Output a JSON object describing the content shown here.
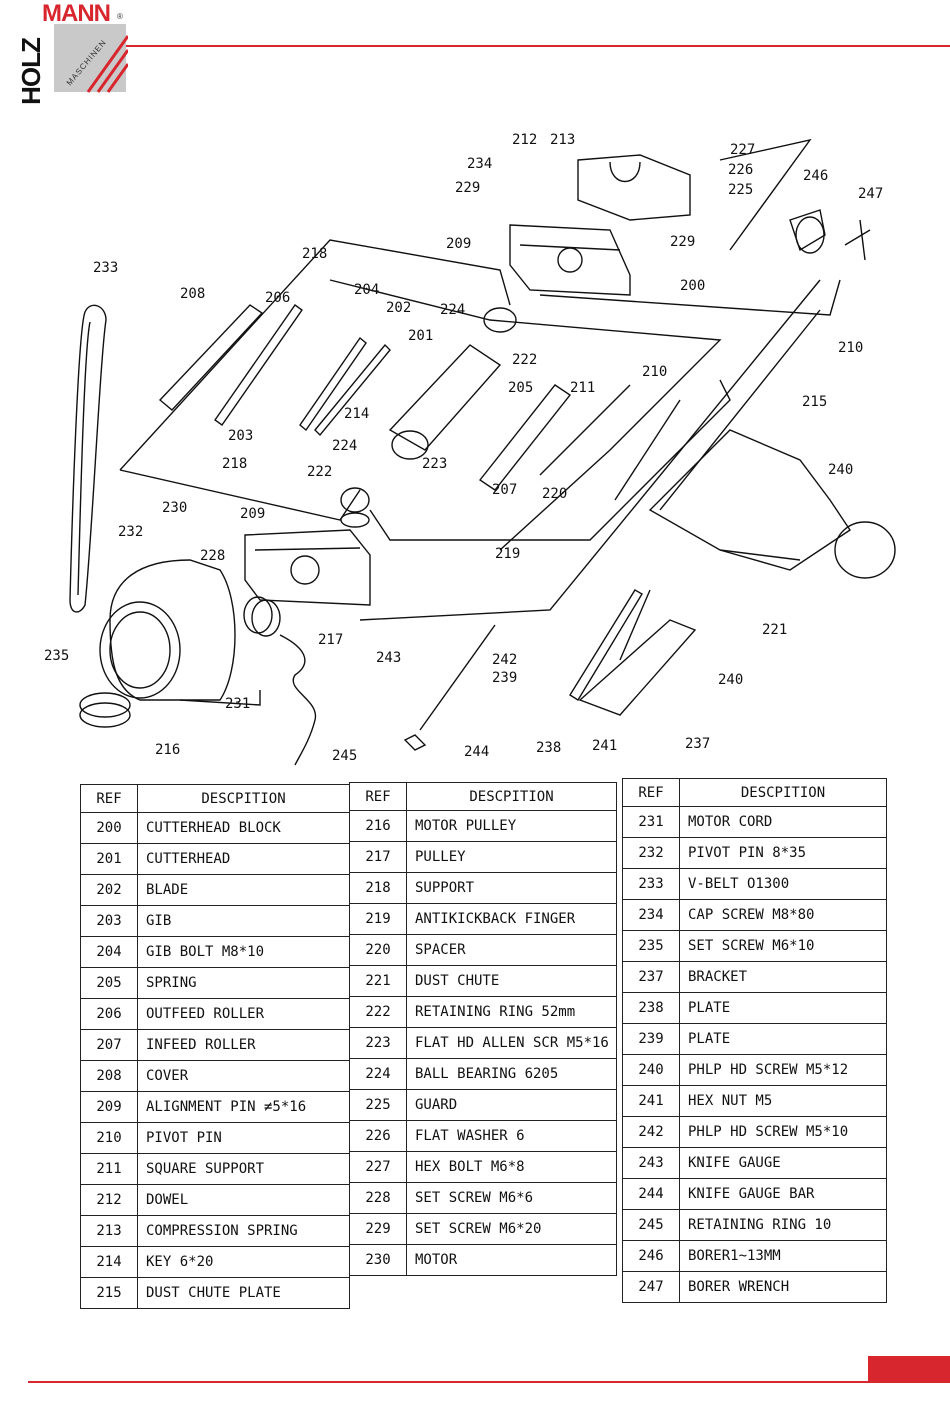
{
  "brand": {
    "name_top": "MANN",
    "name_side": "HOLZ",
    "tagline": "MASCHINEN",
    "reg": "®"
  },
  "colors": {
    "accent": "#d8262f",
    "ink": "#111111",
    "logo_box": "#c9c9c9"
  },
  "callouts": [
    "212",
    "213",
    "234",
    "227",
    "226",
    "229",
    "225",
    "246",
    "247",
    "229",
    "209",
    "200",
    "233",
    "218",
    "204",
    "202",
    "208",
    "206",
    "224",
    "201",
    "222",
    "210",
    "210",
    "215",
    "214",
    "205",
    "211",
    "224",
    "203",
    "223",
    "218",
    "222",
    "207",
    "220",
    "240",
    "209",
    "230",
    "219",
    "232",
    "228",
    "217",
    "243",
    "242",
    "239",
    "240",
    "221",
    "235",
    "231",
    "216",
    "245",
    "244",
    "238",
    "241",
    "237"
  ],
  "tables": [
    {
      "header": {
        "ref": "REF",
        "desc": "DESCPITION"
      },
      "rows": [
        {
          "ref": "200",
          "desc": "CUTTERHEAD BLOCK"
        },
        {
          "ref": "201",
          "desc": "CUTTERHEAD"
        },
        {
          "ref": "202",
          "desc": "BLADE"
        },
        {
          "ref": "203",
          "desc": "GIB"
        },
        {
          "ref": "204",
          "desc": "GIB BOLT M8*10"
        },
        {
          "ref": "205",
          "desc": "SPRING"
        },
        {
          "ref": "206",
          "desc": "OUTFEED ROLLER"
        },
        {
          "ref": "207",
          "desc": "INFEED ROLLER"
        },
        {
          "ref": "208",
          "desc": "COVER"
        },
        {
          "ref": "209",
          "desc": "ALIGNMENT PIN ≠5*16"
        },
        {
          "ref": "210",
          "desc": "PIVOT PIN"
        },
        {
          "ref": "211",
          "desc": "SQUARE SUPPORT"
        },
        {
          "ref": "212",
          "desc": "DOWEL"
        },
        {
          "ref": "213",
          "desc": "COMPRESSION SPRING"
        },
        {
          "ref": "214",
          "desc": "KEY 6*20"
        },
        {
          "ref": "215",
          "desc": "DUST CHUTE PLATE"
        }
      ]
    },
    {
      "header": {
        "ref": "REF",
        "desc": "DESCPITION"
      },
      "rows": [
        {
          "ref": "216",
          "desc": "MOTOR PULLEY"
        },
        {
          "ref": "217",
          "desc": "PULLEY"
        },
        {
          "ref": "218",
          "desc": "SUPPORT"
        },
        {
          "ref": "219",
          "desc": "ANTIKICKBACK FINGER"
        },
        {
          "ref": "220",
          "desc": "SPACER"
        },
        {
          "ref": "221",
          "desc": "DUST CHUTE"
        },
        {
          "ref": "222",
          "desc": "RETAINING RING 52mm"
        },
        {
          "ref": "223",
          "desc": "FLAT HD ALLEN SCR M5*16"
        },
        {
          "ref": "224",
          "desc": "BALL BEARING 6205"
        },
        {
          "ref": "225",
          "desc": "GUARD"
        },
        {
          "ref": "226",
          "desc": "FLAT WASHER 6"
        },
        {
          "ref": "227",
          "desc": "HEX BOLT M6*8"
        },
        {
          "ref": "228",
          "desc": "SET SCREW M6*6"
        },
        {
          "ref": "229",
          "desc": "SET SCREW M6*20"
        },
        {
          "ref": "230",
          "desc": "MOTOR"
        }
      ]
    },
    {
      "header": {
        "ref": "REF",
        "desc": "DESCPITION"
      },
      "rows": [
        {
          "ref": "231",
          "desc": "MOTOR CORD"
        },
        {
          "ref": "232",
          "desc": "PIVOT PIN 8*35"
        },
        {
          "ref": "233",
          "desc": "V-BELT O1300"
        },
        {
          "ref": "234",
          "desc": "CAP SCREW M8*80"
        },
        {
          "ref": "235",
          "desc": "SET SCREW M6*10"
        },
        {
          "ref": "237",
          "desc": "BRACKET"
        },
        {
          "ref": "238",
          "desc": "PLATE"
        },
        {
          "ref": "239",
          "desc": "PLATE"
        },
        {
          "ref": "240",
          "desc": "PHLP HD SCREW M5*12"
        },
        {
          "ref": "241",
          "desc": "HEX NUT M5"
        },
        {
          "ref": "242",
          "desc": "PHLP HD SCREW M5*10"
        },
        {
          "ref": "243",
          "desc": "KNIFE GAUGE"
        },
        {
          "ref": "244",
          "desc": "KNIFE GAUGE BAR"
        },
        {
          "ref": "245",
          "desc": "RETAINING RING 10"
        },
        {
          "ref": "246",
          "desc": "BORER1~13MM"
        },
        {
          "ref": "247",
          "desc": "BORER WRENCH"
        }
      ]
    }
  ]
}
